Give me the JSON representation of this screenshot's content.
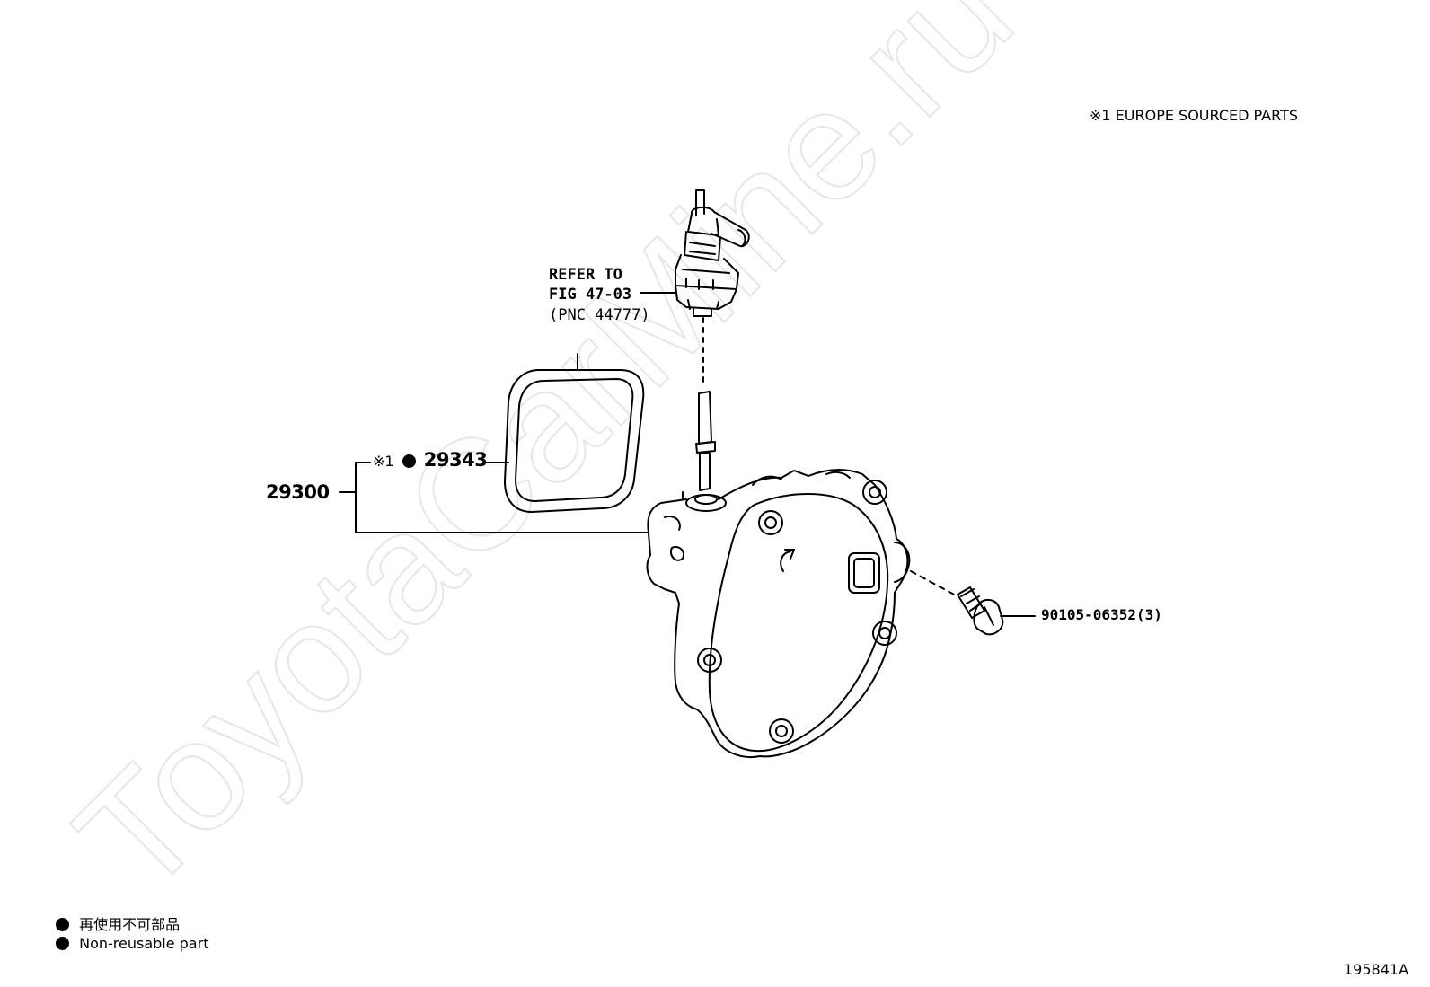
{
  "watermark": "ToyotaCarMine.ru",
  "footnote": "※1 EUROPE SOURCED PARTS",
  "refer": {
    "line1": "REFER TO",
    "line2": "FIG 47-03",
    "line3": "(PNC 44777)"
  },
  "parts": {
    "assembly": "29300",
    "gasket_mark": "※1",
    "gasket": "29343",
    "bolt": "90105-06352(3)"
  },
  "legend": {
    "jp": "再使用不可部品",
    "en": "Non-reusable part"
  },
  "figure_id": "195841A"
}
